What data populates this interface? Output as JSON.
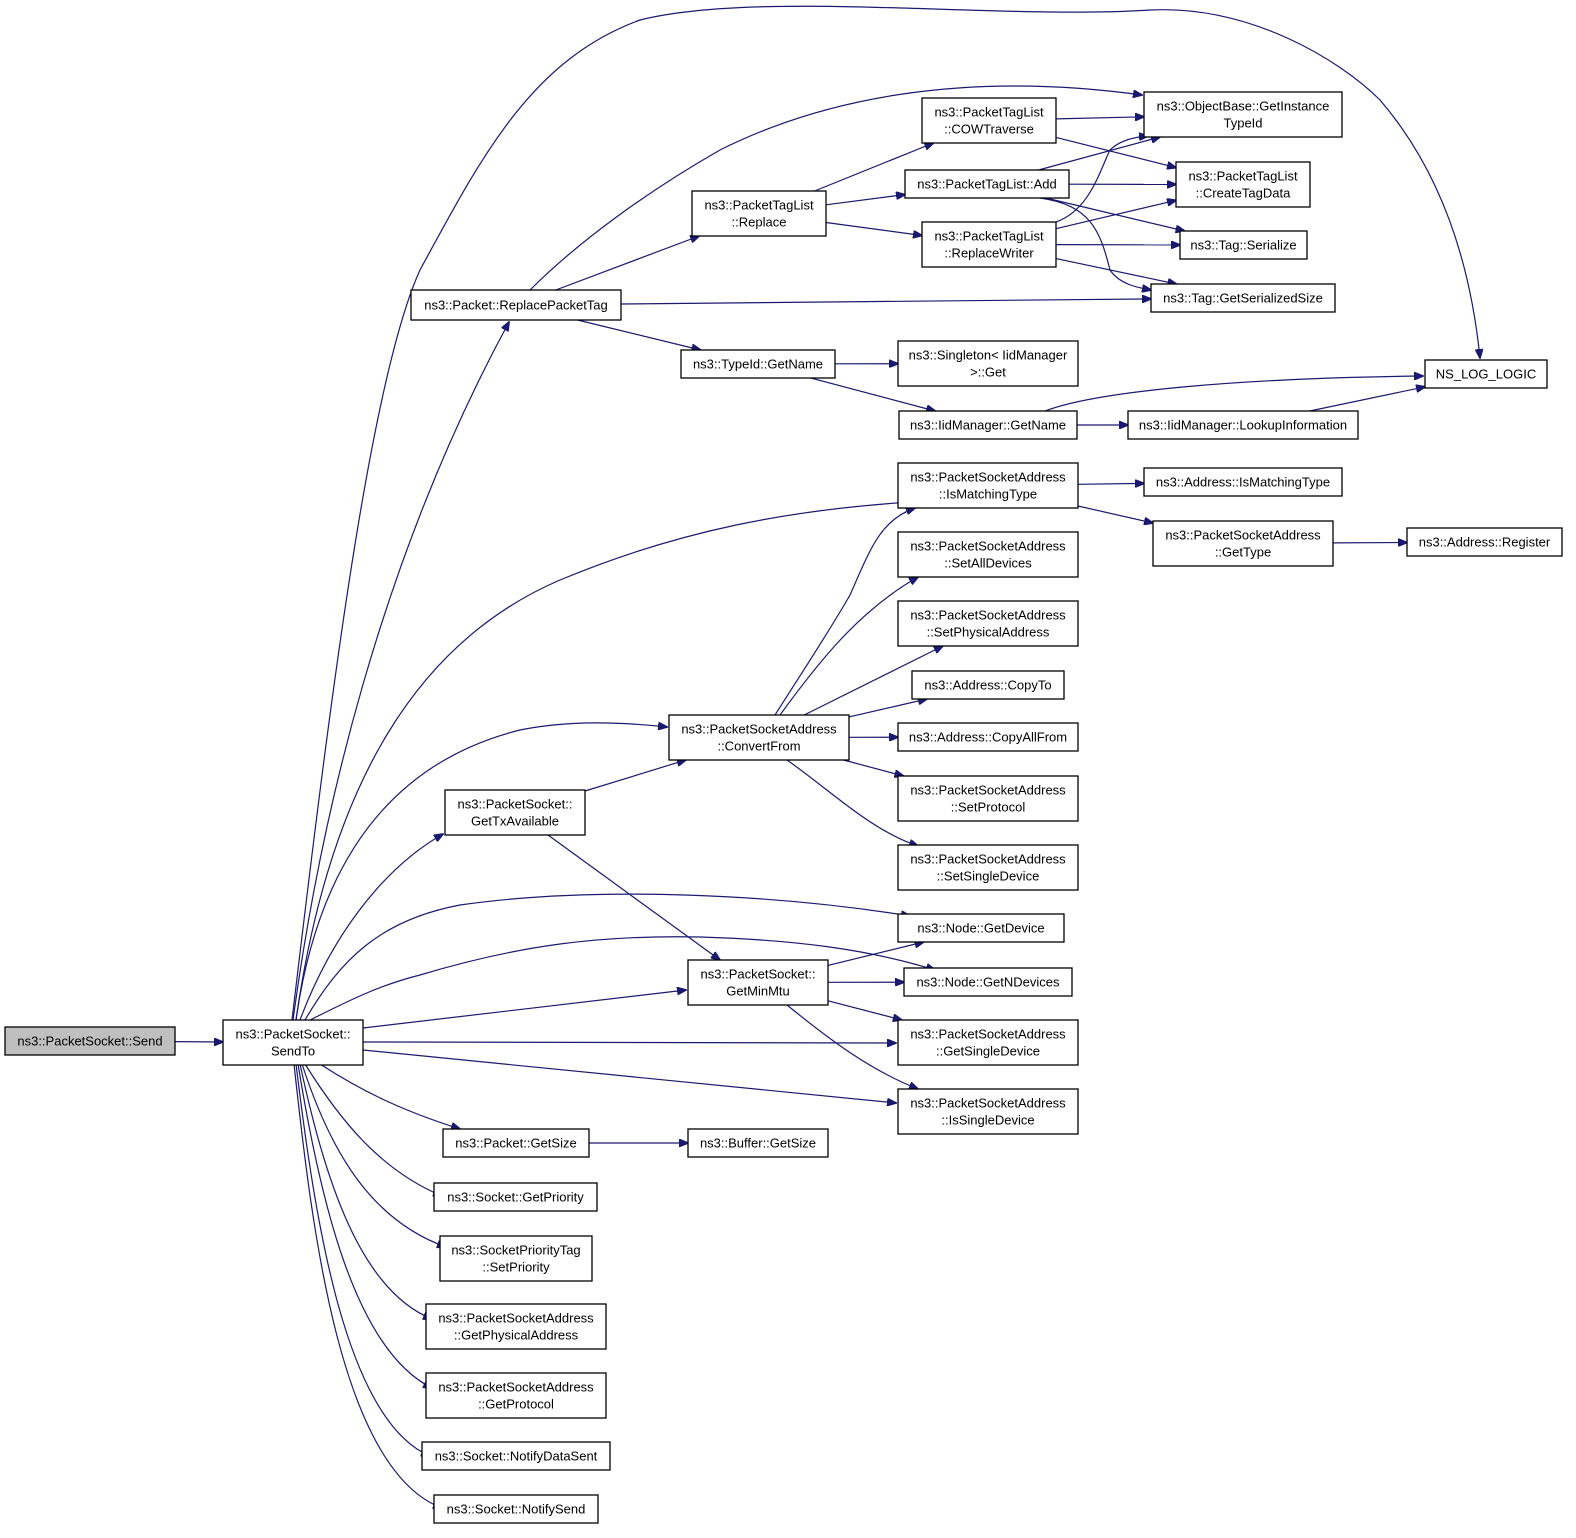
{
  "nodes": [
    {
      "id": "send",
      "lines": [
        "ns3::PacketSocket::Send"
      ],
      "root": true
    },
    {
      "id": "sendto",
      "lines": [
        "ns3::PacketSocket::",
        "SendTo"
      ]
    },
    {
      "id": "replacepackettag",
      "lines": [
        "ns3::Packet::ReplacePacketTag"
      ]
    },
    {
      "id": "ptl_replace",
      "lines": [
        "ns3::PacketTagList",
        "::Replace"
      ]
    },
    {
      "id": "ptl_cowtraverse",
      "lines": [
        "ns3::PacketTagList",
        "::COWTraverse"
      ]
    },
    {
      "id": "ptl_add",
      "lines": [
        "ns3::PacketTagList::Add"
      ]
    },
    {
      "id": "ptl_replacewriter",
      "lines": [
        "ns3::PacketTagList",
        "::ReplaceWriter"
      ]
    },
    {
      "id": "objectbase",
      "lines": [
        "ns3::ObjectBase::GetInstance",
        "TypeId"
      ]
    },
    {
      "id": "ptl_createtagdata",
      "lines": [
        "ns3::PacketTagList",
        "::CreateTagData"
      ]
    },
    {
      "id": "tag_serialize",
      "lines": [
        "ns3::Tag::Serialize"
      ]
    },
    {
      "id": "tag_getserializedsize",
      "lines": [
        "ns3::Tag::GetSerializedSize"
      ]
    },
    {
      "id": "typeid_getname",
      "lines": [
        "ns3::TypeId::GetName"
      ]
    },
    {
      "id": "singleton_get",
      "lines": [
        "ns3::Singleton< IidManager",
        ">::Get"
      ]
    },
    {
      "id": "iid_getname",
      "lines": [
        "ns3::IidManager::GetName"
      ]
    },
    {
      "id": "iid_lookup",
      "lines": [
        "ns3::IidManager::LookupInformation"
      ]
    },
    {
      "id": "ns_log_logic",
      "lines": [
        "NS_LOG_LOGIC"
      ]
    },
    {
      "id": "psa_ismatchingtype",
      "lines": [
        "ns3::PacketSocketAddress",
        "::IsMatchingType"
      ]
    },
    {
      "id": "addr_ismatchingtype",
      "lines": [
        "ns3::Address::IsMatchingType"
      ]
    },
    {
      "id": "psa_gettype",
      "lines": [
        "ns3::PacketSocketAddress",
        "::GetType"
      ]
    },
    {
      "id": "addr_register",
      "lines": [
        "ns3::Address::Register"
      ]
    },
    {
      "id": "psa_setalldevices",
      "lines": [
        "ns3::PacketSocketAddress",
        "::SetAllDevices"
      ]
    },
    {
      "id": "psa_setphysicaladdress",
      "lines": [
        "ns3::PacketSocketAddress",
        "::SetPhysicalAddress"
      ]
    },
    {
      "id": "addr_copyto",
      "lines": [
        "ns3::Address::CopyTo"
      ]
    },
    {
      "id": "psa_convertfrom",
      "lines": [
        "ns3::PacketSocketAddress",
        "::ConvertFrom"
      ]
    },
    {
      "id": "addr_copyallfrom",
      "lines": [
        "ns3::Address::CopyAllFrom"
      ]
    },
    {
      "id": "ps_gettxavailable",
      "lines": [
        "ns3::PacketSocket::",
        "GetTxAvailable"
      ]
    },
    {
      "id": "psa_setprotocol",
      "lines": [
        "ns3::PacketSocketAddress",
        "::SetProtocol"
      ]
    },
    {
      "id": "psa_setsingledevice",
      "lines": [
        "ns3::PacketSocketAddress",
        "::SetSingleDevice"
      ]
    },
    {
      "id": "node_getdevice",
      "lines": [
        "ns3::Node::GetDevice"
      ]
    },
    {
      "id": "ps_getminmtu",
      "lines": [
        "ns3::PacketSocket::",
        "GetMinMtu"
      ]
    },
    {
      "id": "node_getndevices",
      "lines": [
        "ns3::Node::GetNDevices"
      ]
    },
    {
      "id": "psa_getsingledevice",
      "lines": [
        "ns3::PacketSocketAddress",
        "::GetSingleDevice"
      ]
    },
    {
      "id": "psa_issingledevice",
      "lines": [
        "ns3::PacketSocketAddress",
        "::IsSingleDevice"
      ]
    },
    {
      "id": "packet_getsize",
      "lines": [
        "ns3::Packet::GetSize"
      ]
    },
    {
      "id": "buffer_getsize",
      "lines": [
        "ns3::Buffer::GetSize"
      ]
    },
    {
      "id": "socket_getpriority",
      "lines": [
        "ns3::Socket::GetPriority"
      ]
    },
    {
      "id": "spt_setpriority",
      "lines": [
        "ns3::SocketPriorityTag",
        "::SetPriority"
      ]
    },
    {
      "id": "psa_getphysicaladdress",
      "lines": [
        "ns3::PacketSocketAddress",
        "::GetPhysicalAddress"
      ]
    },
    {
      "id": "psa_getprotocol",
      "lines": [
        "ns3::PacketSocketAddress",
        "::GetProtocol"
      ]
    },
    {
      "id": "socket_notifydatasent",
      "lines": [
        "ns3::Socket::NotifyDataSent"
      ]
    },
    {
      "id": "socket_notifysend",
      "lines": [
        "ns3::Socket::NotifySend"
      ]
    }
  ],
  "edges": [
    [
      "send",
      "sendto"
    ],
    [
      "sendto",
      "replacepackettag"
    ],
    [
      "sendto",
      "ns_log_logic"
    ],
    [
      "sendto",
      "psa_ismatchingtype"
    ],
    [
      "sendto",
      "psa_convertfrom"
    ],
    [
      "sendto",
      "ps_gettxavailable"
    ],
    [
      "sendto",
      "node_getdevice"
    ],
    [
      "sendto",
      "node_getndevices"
    ],
    [
      "sendto",
      "ps_getminmtu"
    ],
    [
      "sendto",
      "psa_getsingledevice"
    ],
    [
      "sendto",
      "psa_issingledevice"
    ],
    [
      "sendto",
      "packet_getsize"
    ],
    [
      "sendto",
      "socket_getpriority"
    ],
    [
      "sendto",
      "spt_setpriority"
    ],
    [
      "sendto",
      "psa_getphysicaladdress"
    ],
    [
      "sendto",
      "psa_getprotocol"
    ],
    [
      "sendto",
      "socket_notifydatasent"
    ],
    [
      "sendto",
      "socket_notifysend"
    ],
    [
      "replacepackettag",
      "objectbase"
    ],
    [
      "replacepackettag",
      "ptl_replace"
    ],
    [
      "replacepackettag",
      "tag_getserializedsize"
    ],
    [
      "replacepackettag",
      "typeid_getname"
    ],
    [
      "ptl_replace",
      "ptl_cowtraverse"
    ],
    [
      "ptl_replace",
      "ptl_add"
    ],
    [
      "ptl_replace",
      "ptl_replacewriter"
    ],
    [
      "ptl_cowtraverse",
      "objectbase"
    ],
    [
      "ptl_cowtraverse",
      "ptl_createtagdata"
    ],
    [
      "ptl_add",
      "objectbase"
    ],
    [
      "ptl_add",
      "ptl_createtagdata"
    ],
    [
      "ptl_add",
      "tag_serialize"
    ],
    [
      "ptl_add",
      "tag_getserializedsize"
    ],
    [
      "ptl_replacewriter",
      "objectbase"
    ],
    [
      "ptl_replacewriter",
      "ptl_createtagdata"
    ],
    [
      "ptl_replacewriter",
      "tag_serialize"
    ],
    [
      "ptl_replacewriter",
      "tag_getserializedsize"
    ],
    [
      "typeid_getname",
      "singleton_get"
    ],
    [
      "typeid_getname",
      "iid_getname"
    ],
    [
      "iid_getname",
      "ns_log_logic"
    ],
    [
      "iid_getname",
      "iid_lookup"
    ],
    [
      "iid_lookup",
      "ns_log_logic"
    ],
    [
      "psa_ismatchingtype",
      "addr_ismatchingtype"
    ],
    [
      "psa_ismatchingtype",
      "psa_gettype"
    ],
    [
      "psa_gettype",
      "addr_register"
    ],
    [
      "psa_convertfrom",
      "psa_ismatchingtype"
    ],
    [
      "psa_convertfrom",
      "psa_setalldevices"
    ],
    [
      "psa_convertfrom",
      "psa_setphysicaladdress"
    ],
    [
      "psa_convertfrom",
      "addr_copyto"
    ],
    [
      "psa_convertfrom",
      "addr_copyallfrom"
    ],
    [
      "psa_convertfrom",
      "psa_setprotocol"
    ],
    [
      "psa_convertfrom",
      "psa_setsingledevice"
    ],
    [
      "ps_gettxavailable",
      "psa_convertfrom"
    ],
    [
      "ps_gettxavailable",
      "ps_getminmtu"
    ],
    [
      "ps_getminmtu",
      "node_getdevice"
    ],
    [
      "ps_getminmtu",
      "node_getndevices"
    ],
    [
      "ps_getminmtu",
      "psa_getsingledevice"
    ],
    [
      "ps_getminmtu",
      "psa_issingledevice"
    ],
    [
      "packet_getsize",
      "buffer_getsize"
    ]
  ]
}
